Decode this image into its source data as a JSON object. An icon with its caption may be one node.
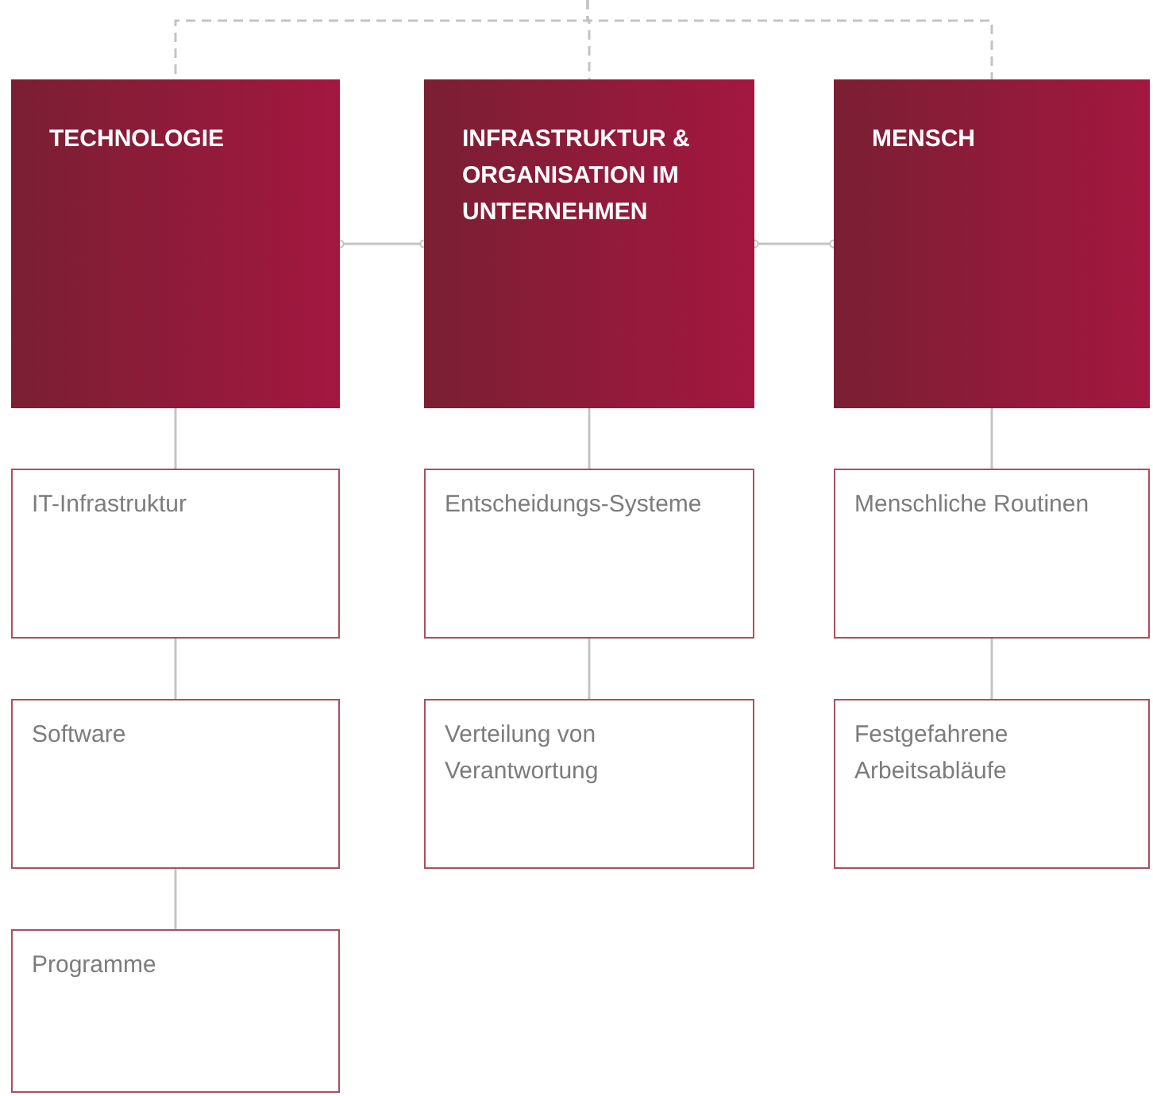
{
  "diagram": {
    "nodes": [
      {
        "text": [
          "TECHNOLOGIE"
        ]
      },
      {
        "text": [
          "INFRASTRUKTUR & ORGANISATION IM UNTERNEHMEN"
        ]
      },
      {
        "text": [
          "MENSCH"
        ]
      },
      {
        "text": [
          "IT-Infrastruktur"
        ]
      },
      {
        "text": [
          "Software"
        ]
      },
      {
        "text": [
          "Programme"
        ]
      },
      {
        "text": [
          "Entscheidungs-Systeme"
        ]
      },
      {
        "text": [
          "Verteilung von Verantwortung"
        ]
      },
      {
        "text": [
          "Menschliche Routinen"
        ]
      },
      {
        "text": [
          "Festgefahrene Arbeitsabläufe"
        ]
      }
    ],
    "edges": [
      {
        "from": null,
        "to": 0,
        "arrow": "none",
        "style": "dashed"
      },
      {
        "from": null,
        "to": 1,
        "arrow": "none",
        "style": "dashed"
      },
      {
        "from": null,
        "to": 2,
        "arrow": "none",
        "style": "dashed"
      },
      {
        "from": 0,
        "to": 1,
        "arrow": "other"
      },
      {
        "from": 1,
        "to": 2,
        "arrow": "other"
      },
      {
        "from": 0,
        "to": 3,
        "arrow": "none"
      },
      {
        "from": 3,
        "to": 4,
        "arrow": "none"
      },
      {
        "from": 4,
        "to": 5,
        "arrow": "none"
      },
      {
        "from": 1,
        "to": 6,
        "arrow": "none"
      },
      {
        "from": 6,
        "to": 7,
        "arrow": "none"
      },
      {
        "from": 2,
        "to": 8,
        "arrow": "none"
      },
      {
        "from": 8,
        "to": 9,
        "arrow": "none"
      }
    ]
  }
}
